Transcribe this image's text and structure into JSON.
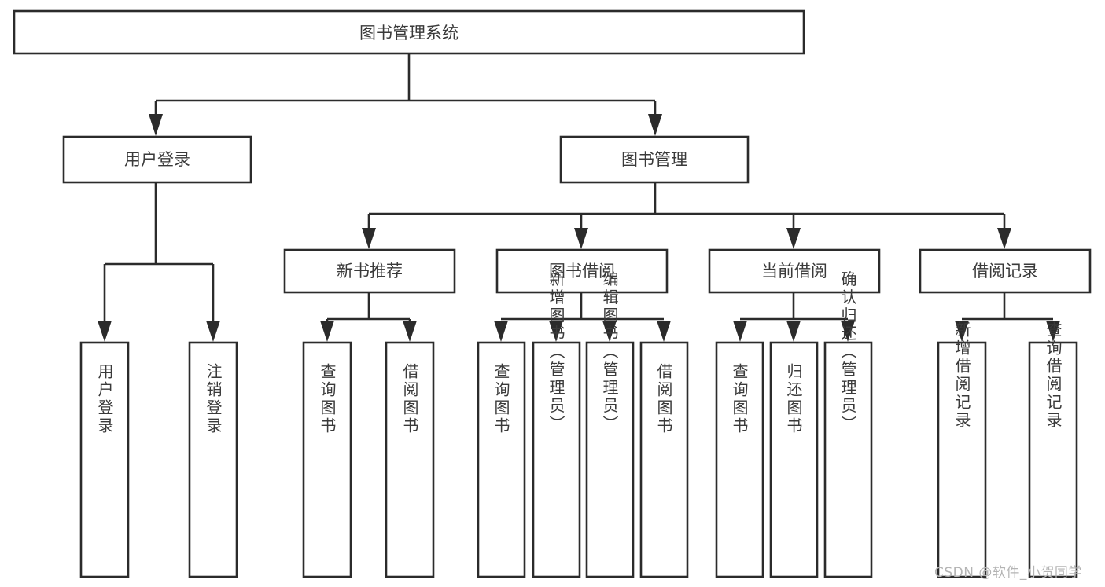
{
  "diagram": {
    "type": "tree-hierarchy",
    "title": "图书管理系统",
    "root": {
      "id": "root",
      "label": "图书管理系统",
      "orientation": "horizontal"
    },
    "level2": [
      {
        "id": "user-login",
        "label": "用户登录",
        "orientation": "horizontal"
      },
      {
        "id": "book-management",
        "label": "图书管理",
        "orientation": "horizontal"
      }
    ],
    "level3": [
      {
        "id": "new-book-recommend",
        "label": "新书推荐",
        "orientation": "horizontal",
        "parent": "book-management"
      },
      {
        "id": "book-borrow",
        "label": "图书借阅",
        "orientation": "horizontal",
        "parent": "book-management"
      },
      {
        "id": "current-borrow",
        "label": "当前借阅",
        "orientation": "horizontal",
        "parent": "book-management"
      },
      {
        "id": "borrow-records",
        "label": "借阅记录",
        "orientation": "horizontal",
        "parent": "book-management"
      }
    ],
    "leaves": [
      {
        "id": "leaf-user-login",
        "label": "用户登录",
        "orientation": "vertical",
        "parent": "user-login"
      },
      {
        "id": "leaf-logout",
        "label": "注销登录",
        "orientation": "vertical",
        "parent": "user-login"
      },
      {
        "id": "leaf-query-book-1",
        "label": "查询图书",
        "orientation": "vertical",
        "parent": "new-book-recommend"
      },
      {
        "id": "leaf-borrow-book-1",
        "label": "借阅图书",
        "orientation": "vertical",
        "parent": "new-book-recommend"
      },
      {
        "id": "leaf-query-book-2",
        "label": "查询图书",
        "orientation": "vertical",
        "parent": "book-borrow"
      },
      {
        "id": "leaf-add-book",
        "label": "新增图书（管理员）",
        "orientation": "vertical",
        "parent": "book-borrow"
      },
      {
        "id": "leaf-edit-book",
        "label": "编辑图书（管理员）",
        "orientation": "vertical",
        "parent": "book-borrow"
      },
      {
        "id": "leaf-borrow-book-2",
        "label": "借阅图书",
        "orientation": "vertical",
        "parent": "book-borrow"
      },
      {
        "id": "leaf-query-book-3",
        "label": "查询图书",
        "orientation": "vertical",
        "parent": "current-borrow"
      },
      {
        "id": "leaf-return-book",
        "label": "归还图书",
        "orientation": "vertical",
        "parent": "current-borrow"
      },
      {
        "id": "leaf-confirm-return",
        "label": "确认归还（管理员）",
        "orientation": "vertical",
        "parent": "current-borrow"
      },
      {
        "id": "leaf-add-record",
        "label": "新增借阅记录",
        "orientation": "vertical",
        "parent": "borrow-records"
      },
      {
        "id": "leaf-query-record",
        "label": "查询借阅记录",
        "orientation": "vertical",
        "parent": "borrow-records"
      }
    ],
    "colors": {
      "background": "#ffffff",
      "box_fill": "#ffffff",
      "box_stroke": "#2b2b2b",
      "text": "#3a3a3a",
      "watermark": "#b4b4b4"
    }
  },
  "watermark": {
    "text": "CSDN @软件_小贺同学"
  }
}
